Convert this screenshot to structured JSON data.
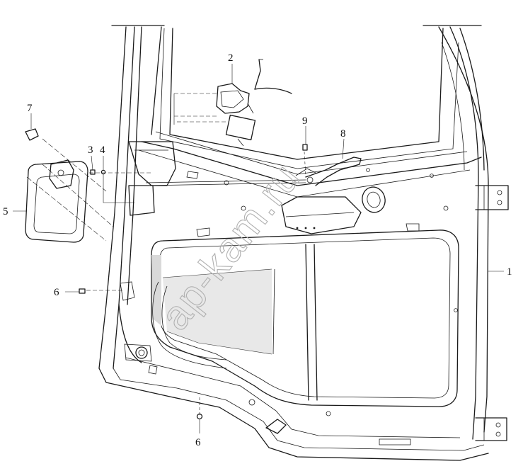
{
  "diagram": {
    "callouts": [
      {
        "id": "c1",
        "label": "1"
      },
      {
        "id": "c2",
        "label": "2"
      },
      {
        "id": "c3",
        "label": "3"
      },
      {
        "id": "c4",
        "label": "4"
      },
      {
        "id": "c5",
        "label": "5"
      },
      {
        "id": "c6a",
        "label": "6"
      },
      {
        "id": "c6b",
        "label": "6"
      },
      {
        "id": "c7",
        "label": "7"
      },
      {
        "id": "c8",
        "label": "8"
      },
      {
        "id": "c9",
        "label": "9"
      }
    ]
  },
  "watermark": {
    "text": "ap-kam.ru"
  },
  "colors": {
    "line": "#1a1a1a",
    "shade": "#d9d9d9",
    "watermark": "#b0b0b0"
  }
}
